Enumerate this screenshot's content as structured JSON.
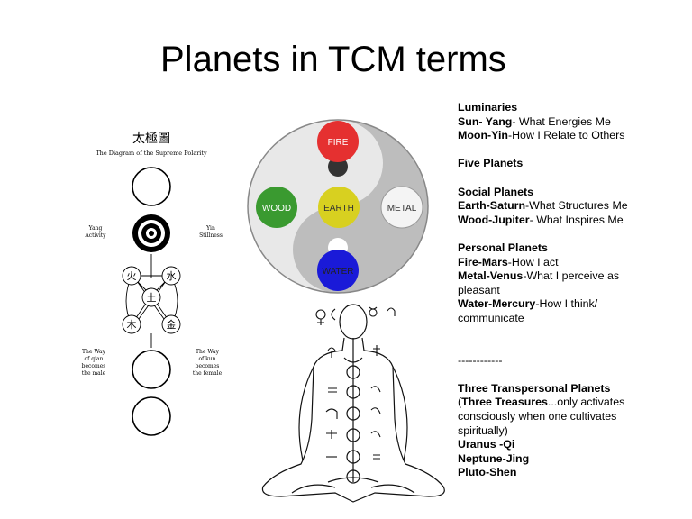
{
  "slide": {
    "title": "Planets in TCM terms"
  },
  "taiji_diagram": {
    "chinese_title": "太極圖",
    "subtitle": "The Diagram of the Supreme Polarity",
    "yang_label": [
      "Yang",
      "Activity"
    ],
    "yin_label": [
      "Yin",
      "Stillness"
    ],
    "qian_label": [
      "The Way",
      "of qian",
      "becomes",
      "the male"
    ],
    "kun_label": [
      "The Way",
      "of kun",
      "becomes",
      "the female"
    ],
    "phases": {
      "fire": "火",
      "water": "水",
      "earth": "土",
      "wood": "木",
      "metal": "金"
    }
  },
  "elements_circle": {
    "fire": "FIRE",
    "wood": "WOOD",
    "earth": "EARTH",
    "metal": "METAL",
    "water": "WATER",
    "colors": {
      "fire": "#e53030",
      "wood": "#3a9a30",
      "earth": "#d8d020",
      "metal": "#f4f4f4",
      "water": "#1a1ad8"
    }
  },
  "text_panel": {
    "luminaries_heading": "Luminaries",
    "sun_bold": "Sun- Yang",
    "sun_rest": "- What Energies Me",
    "moon_bold": "Moon-Yin",
    "moon_rest": "-How I Relate to Others",
    "five_planets": "Five Planets",
    "social_heading": "Social Planets",
    "earth_bold": "Earth-Saturn",
    "earth_rest": "-What Structures Me",
    "wood_bold": "Wood-Jupiter",
    "wood_rest": "- What Inspires Me",
    "personal_heading": "Personal Planets",
    "fire_bold": "Fire-Mars",
    "fire_rest": "-How I act",
    "metal_bold": "Metal-Venus",
    "metal_rest": "-What I perceive as",
    "metal_rest2": "pleasant",
    "water_bold": "Water-Mercury",
    "water_rest": "-How I think/",
    "water_rest2": "communicate",
    "divider": "------------",
    "transpersonal_heading": "Three Transpersonal Planets",
    "treasures_open": "(",
    "treasures_bold": "Three Treasures",
    "treasures_rest": "...only activates",
    "treasures_line2": "consciously when one cultivates",
    "treasures_line3": "spiritually)",
    "uranus": "Uranus -Qi",
    "neptune": "Neptune-Jing",
    "pluto": "Pluto-Shen"
  }
}
